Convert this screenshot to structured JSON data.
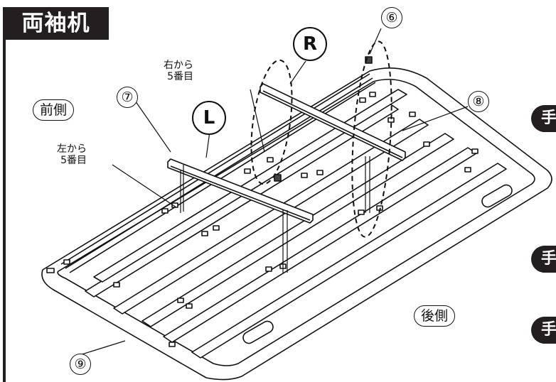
{
  "title": "両袖机",
  "labels": {
    "front": "前側",
    "back": "後側",
    "right_fifth": [
      "右から",
      "5番目"
    ],
    "left_fifth": [
      "左から",
      "5番目"
    ],
    "bubble_r": "R",
    "bubble_l": "L"
  },
  "part_numbers": {
    "p6": "⑥",
    "p7": "⑦",
    "p8": "⑧",
    "p9": "⑨"
  },
  "step_tabs": [
    "手",
    "手",
    "手"
  ]
}
